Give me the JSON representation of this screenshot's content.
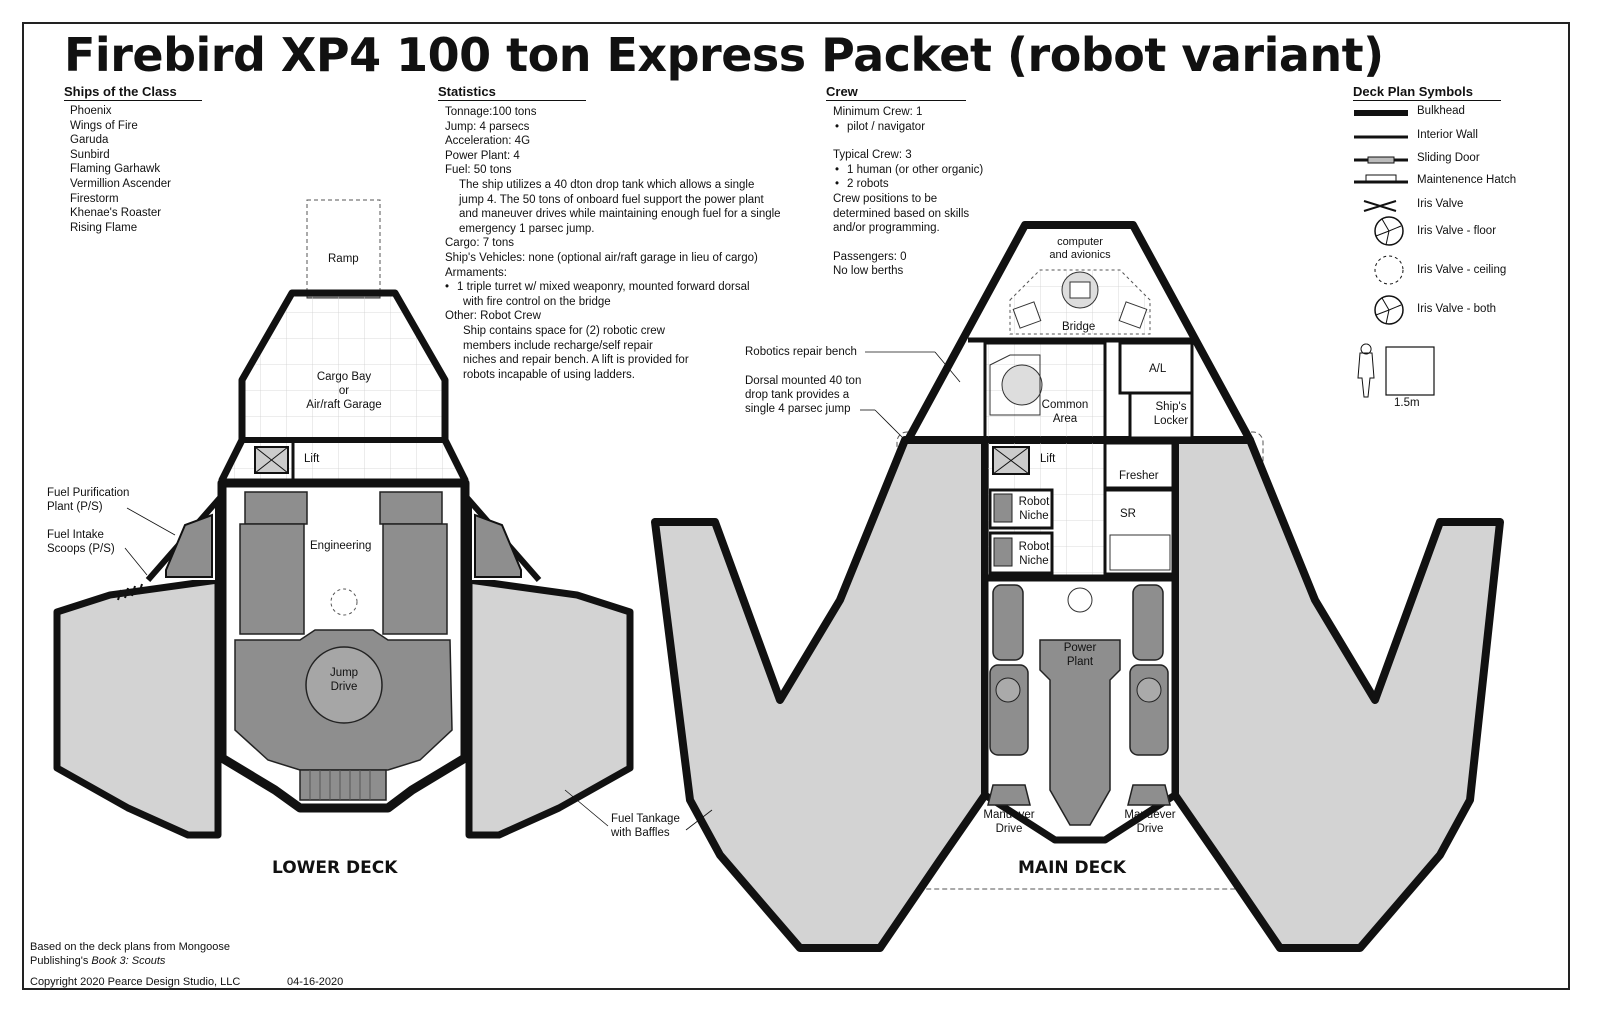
{
  "title": "Firebird XP4 100 ton Express Packet (robot variant)",
  "ships": {
    "heading": "Ships of the Class",
    "names": [
      "Phoenix",
      "Wings of Fire",
      "Garuda",
      "Sunbird",
      "Flaming Garhawk",
      "Vermillion Ascender",
      "Firestorm",
      "Khenae's Roaster",
      "Rising Flame"
    ]
  },
  "stats": {
    "heading": "Statistics",
    "tonnage": "Tonnage:100 tons",
    "jump": "Jump: 4 parsecs",
    "accel": "Acceleration: 4G",
    "power": "Power Plant: 4",
    "fuel": "Fuel: 50 tons",
    "fuel_note": [
      "The ship utilizes a 40 dton drop tank which allows a single",
      "jump 4. The 50 tons of onboard fuel support the power plant",
      "and maneuver drives while maintaining enough fuel for a single",
      "emergency 1 parsec jump."
    ],
    "cargo": "Cargo: 7 tons",
    "vehicles": "Ship's Vehicles: none (optional air/raft garage in lieu of cargo)",
    "armaments": "Armaments:",
    "arm_items": [
      "1 triple turret w/ mixed weaponry, mounted forward dorsal",
      "with fire control on the bridge"
    ],
    "other": "Other: Robot Crew",
    "other_note": [
      "Ship contains space for (2) robotic crew",
      "members include recharge/self repair",
      "niches and repair bench. A lift is provided for",
      "robots incapable of using ladders."
    ]
  },
  "crew": {
    "heading": "Crew",
    "min": "Minimum Crew: 1",
    "min_items": [
      "pilot / navigator"
    ],
    "typical": "Typical Crew: 3",
    "typical_items": [
      "1 human (or other organic)",
      "2 robots"
    ],
    "note": [
      "Crew positions to be",
      "determined based on skills",
      "and/or programming."
    ],
    "passengers": "Passengers: 0",
    "berths": "No low berths"
  },
  "legend": {
    "heading": "Deck Plan Symbols",
    "items": [
      "Bulkhead",
      "Interior Wall",
      "Sliding Door",
      "Maintenence Hatch",
      "Iris Valve",
      "Iris Valve - floor",
      "Iris Valve - ceiling",
      "Iris Valve - both"
    ],
    "scale": "1.5m"
  },
  "lower": {
    "deck": "LOWER DECK",
    "ramp": "Ramp",
    "cargo": [
      "Cargo Bay",
      "or",
      "Air/raft Garage"
    ],
    "lift": "Lift",
    "engineering": "Engineering",
    "jump": [
      "Jump",
      "Drive"
    ],
    "fuel_purif": [
      "Fuel Purification",
      "Plant (P/S)"
    ],
    "fuel_intake": [
      "Fuel Intake",
      "Scoops (P/S)"
    ],
    "fuel_tank": [
      "Fuel Tankage",
      "with Baffles"
    ]
  },
  "main": {
    "deck": "MAIN DECK",
    "computer": [
      "computer",
      "and avionics"
    ],
    "bridge": "Bridge",
    "robotics": "Robotics repair bench",
    "droptank": [
      "Dorsal mounted 40 ton",
      "drop tank provides a",
      "single 4 parsec jump"
    ],
    "common": [
      "Common",
      "Area"
    ],
    "al": "A/L",
    "locker": [
      "Ship's",
      "Locker"
    ],
    "lift": "Lift",
    "fresher": "Fresher",
    "sr": "SR",
    "niche1": [
      "Robot",
      "Niche"
    ],
    "niche2": [
      "Robot",
      "Niche"
    ],
    "power": [
      "Power",
      "Plant"
    ],
    "man_left": [
      "Manuever",
      "Drive"
    ],
    "man_right": [
      "Manuever",
      "Drive"
    ]
  },
  "footer": {
    "line1": "Based on the deck plans from Mongoose",
    "line2a": "Publishing's ",
    "line2b": "Book 3: Scouts",
    "copyright": "Copyright 2020 Pearce Design Studio, LLC",
    "date": "04-16-2020"
  },
  "colors": {
    "hull": "#d3d3d3",
    "machinery": "#8e8e8e",
    "wall": "#111111"
  }
}
